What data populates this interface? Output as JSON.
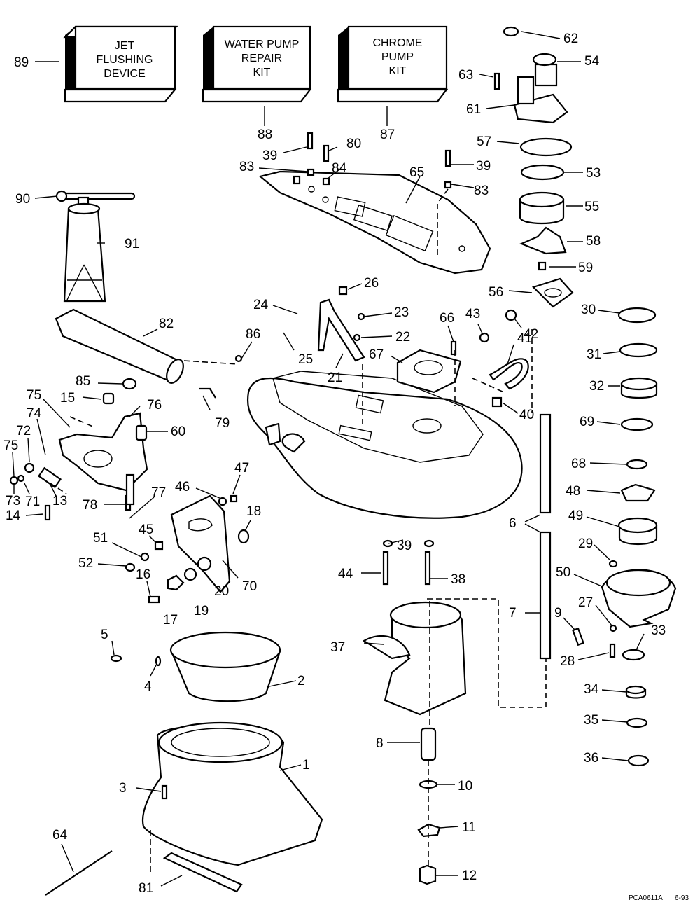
{
  "kits": [
    {
      "id": "89",
      "lines": [
        "JET",
        "FLUSHING",
        "DEVICE"
      ]
    },
    {
      "id": "88",
      "lines": [
        "WATER PUMP",
        "REPAIR",
        "KIT"
      ]
    },
    {
      "id": "87",
      "lines": [
        "CHROME",
        "PUMP",
        "KIT"
      ]
    }
  ],
  "drawing_code": "PCA0611A",
  "drawing_date": "6-93",
  "part_numbers": [
    "1",
    "2",
    "3",
    "4",
    "5",
    "6",
    "7",
    "8",
    "9",
    "10",
    "11",
    "12",
    "13",
    "14",
    "15",
    "16",
    "17",
    "18",
    "19",
    "20",
    "21",
    "22",
    "23",
    "24",
    "25",
    "26",
    "27",
    "28",
    "29",
    "30",
    "31",
    "32",
    "33",
    "34",
    "35",
    "36",
    "37",
    "38",
    "39",
    "40",
    "41",
    "42",
    "43",
    "44",
    "45",
    "46",
    "47",
    "48",
    "49",
    "50",
    "51",
    "52",
    "53",
    "54",
    "55",
    "56",
    "57",
    "58",
    "59",
    "60",
    "61",
    "62",
    "63",
    "64",
    "65",
    "66",
    "67",
    "68",
    "69",
    "70",
    "71",
    "72",
    "73",
    "74",
    "75",
    "76",
    "77",
    "78",
    "79",
    "80",
    "81",
    "82",
    "83",
    "84",
    "85",
    "86",
    "87",
    "88",
    "89",
    "90",
    "91"
  ]
}
